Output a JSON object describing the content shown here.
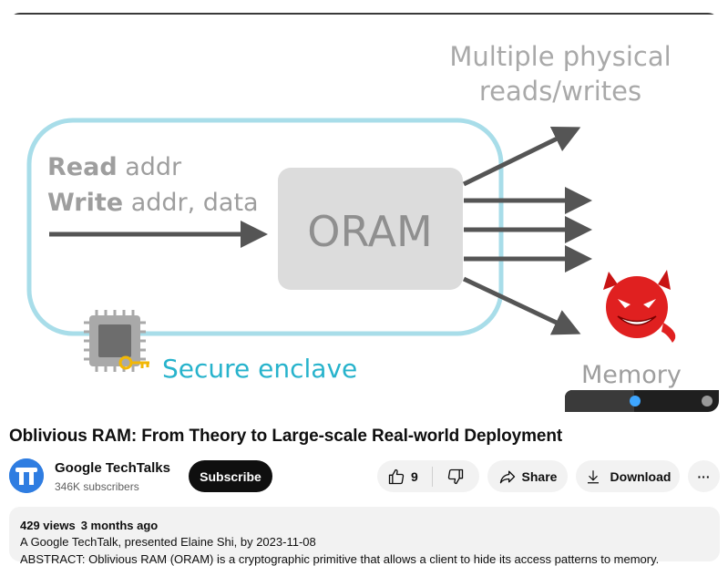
{
  "slide": {
    "multiple_label_line1": "Multiple physical",
    "multiple_label_line2": "reads/writes",
    "read_bold": "Read",
    "read_rest": " addr",
    "write_bold": "Write",
    "write_rest": " addr, data",
    "oram_label": "ORAM",
    "enclave_label": "Secure enclave",
    "memory_label": "Memory",
    "colors": {
      "enclave": "#a8dde9",
      "enclave_text": "#27b3cc",
      "oram_box": "#dcdcdc",
      "arrow": "#555555",
      "text_gray": "#9e9e9e",
      "devil": "#e02020"
    }
  },
  "video": {
    "title": "Oblivious RAM: From Theory to Large-scale Real-world Deployment"
  },
  "channel": {
    "name": "Google TechTalks",
    "subscribers": "346K subscribers",
    "subscribe_label": "Subscribe",
    "avatar_color": "#2f7de1"
  },
  "actions": {
    "like_count": "9",
    "share_label": "Share",
    "download_label": "Download",
    "more_label": "···"
  },
  "description": {
    "views": "429 views",
    "age": "3 months ago",
    "line1": "A Google TechTalk, presented Elaine Shi, by 2023-11-08",
    "line2": "ABSTRACT: Oblivious RAM (ORAM) is a cryptographic primitive that allows a client to hide its access patterns to memory."
  }
}
